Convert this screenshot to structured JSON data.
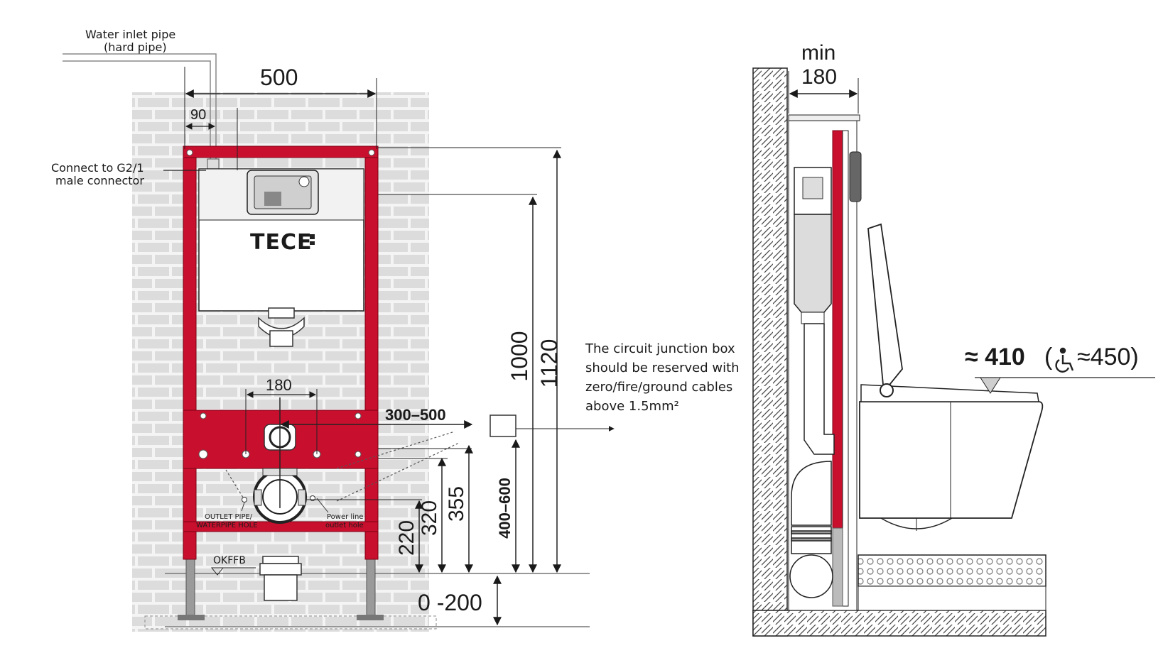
{
  "labels": {
    "water_inlet_line1": "Water inlet pipe",
    "water_inlet_line2": "(hard pipe)",
    "connect_line1": "Connect to G2/1",
    "connect_line2": "male connector",
    "brand": "TECE",
    "outlet_line1": "OUTLET PIPE/",
    "outlet_line2": "WATERPIPE HOLE",
    "power_line1": "Power line",
    "power_line2": "outlet hole",
    "okffb": "OKFFB",
    "junction_line1": "The circuit junction box",
    "junction_line2": "should be reserved with",
    "junction_line3": "zero/fire/ground cables",
    "junction_line4": "above 1.5mm²",
    "min": "min"
  },
  "dimensions": {
    "width": "500",
    "inlet_offset": "90",
    "bolt_spacing": "180",
    "junction_offset": "300–500",
    "frame_height": "1120",
    "tank_height": "1000",
    "power_height": "400–600",
    "h355": "355",
    "h320": "320",
    "h220": "220",
    "floor_adjust": "0 -200",
    "depth_min": "180",
    "seat_height": "≈ 410",
    "seat_accessible_open": "(",
    "seat_accessible": "≈450)"
  },
  "colors": {
    "frame_red": "#c8102e",
    "wall_gray": "#d6d6d6",
    "line": "#1a1a1a"
  },
  "icons": {
    "accessible": "wheelchair-icon"
  }
}
